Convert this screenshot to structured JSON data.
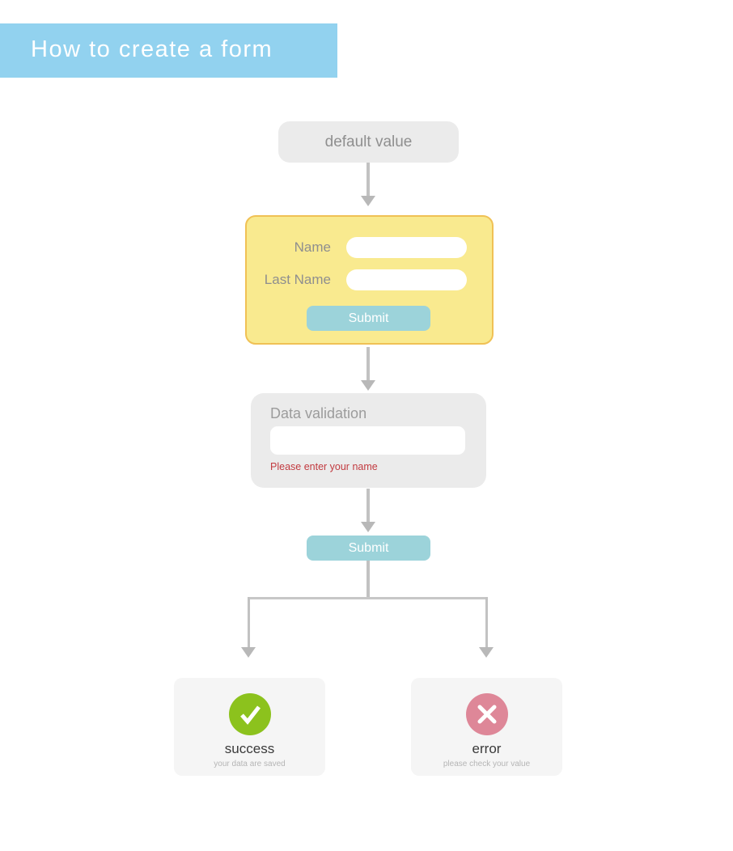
{
  "header": {
    "title": "How to create a form"
  },
  "colors": {
    "banner_blue": "#92d2ef",
    "button_blue": "#9cd3da",
    "form_yellow_fill": "#f9ea8f",
    "form_yellow_border": "#f0c155",
    "node_gray": "#ebebeb",
    "outcome_gray": "#f5f5f5",
    "success_green": "#8cc21d",
    "error_pink": "#de8798",
    "error_text_red": "#c23b40",
    "connector_gray": "#c2c2c2"
  },
  "flow": {
    "default_value": {
      "label": "default value"
    },
    "form": {
      "name_label": "Name",
      "name_value": "",
      "last_name_label": "Last Name",
      "last_name_value": "",
      "submit_label": "Submit"
    },
    "validation": {
      "title": "Data validation",
      "input_value": "",
      "error_message": "Please enter your name"
    },
    "submit_button": {
      "label": "Submit"
    },
    "outcomes": {
      "success": {
        "title": "success",
        "subtitle": "your data are saved",
        "icon": "check-icon"
      },
      "error": {
        "title": "error",
        "subtitle": "please check your value",
        "icon": "x-icon"
      }
    }
  }
}
